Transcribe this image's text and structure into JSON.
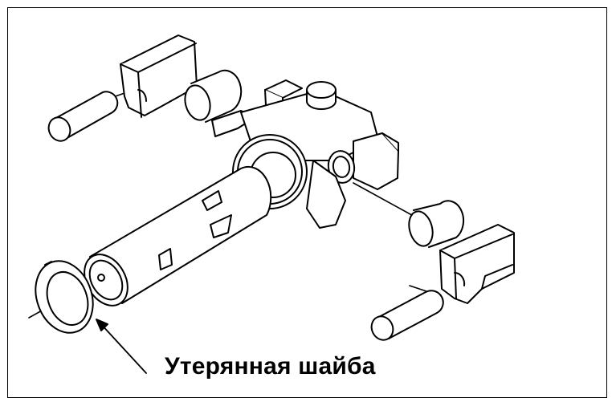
{
  "figure": {
    "caption": "Утерянная шайба",
    "stroke_color": "#000000",
    "fill_color": "#ffffff",
    "parts": [
      "pin-left",
      "block-left",
      "bushing-left",
      "shaft-housing",
      "shaft",
      "cap-top",
      "bushing-right",
      "block-right",
      "pin-right",
      "lost-washer",
      "pointer-arrow"
    ]
  }
}
